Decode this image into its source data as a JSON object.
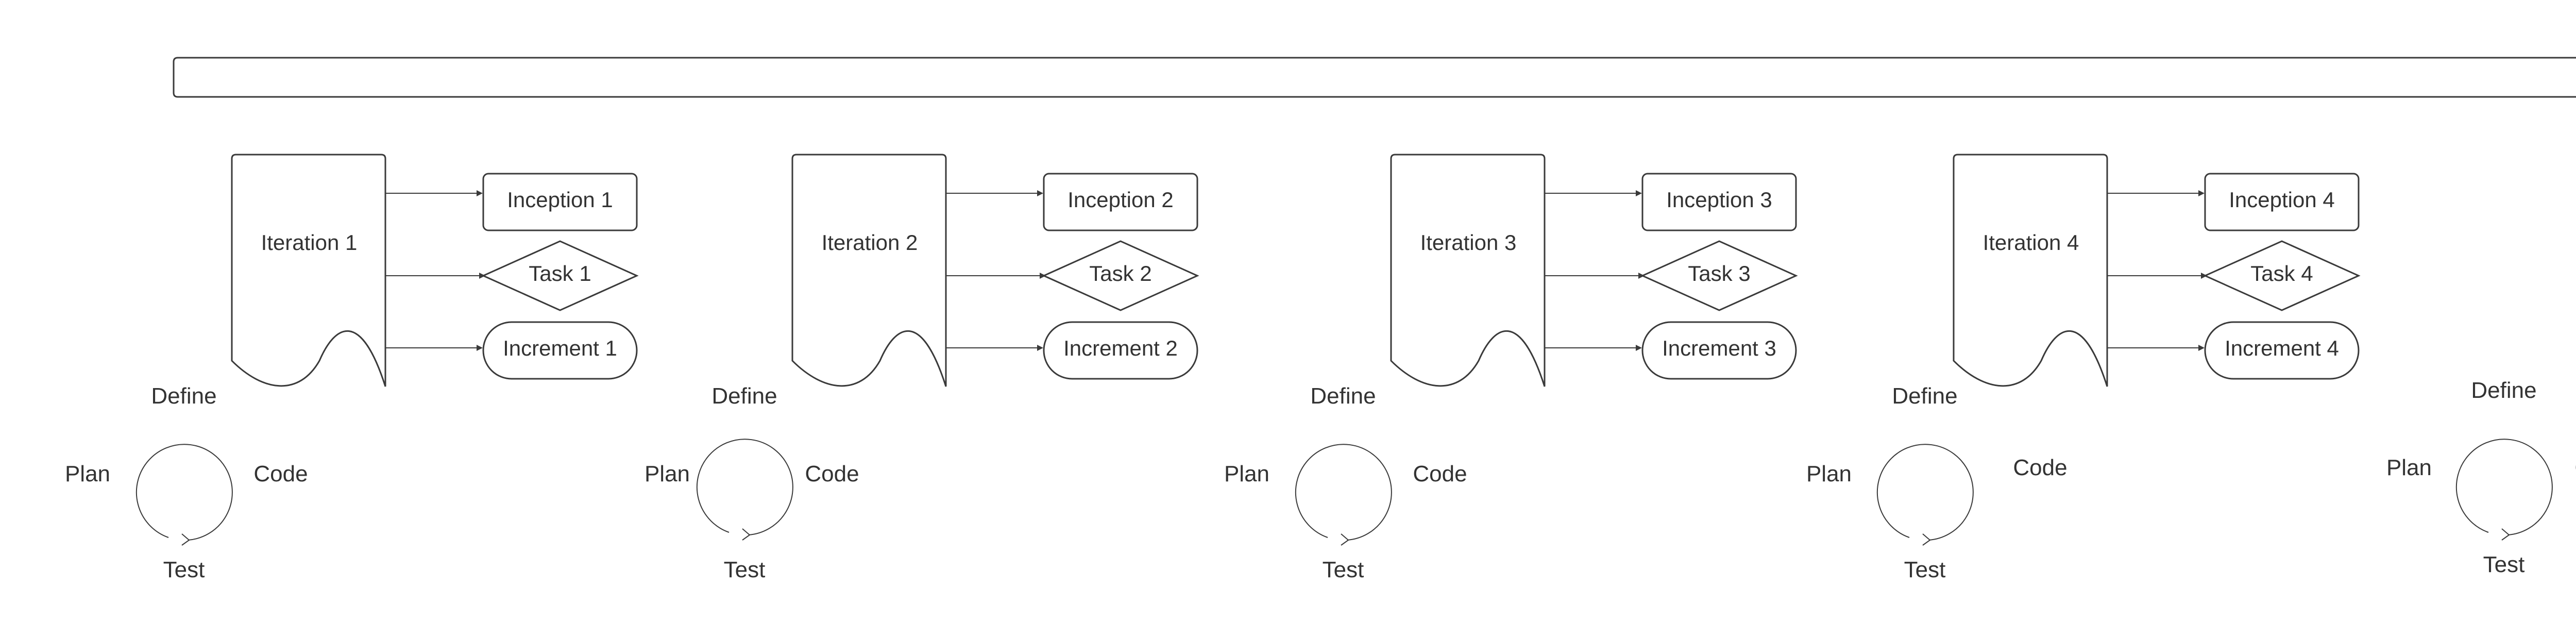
{
  "colors": {
    "stroke": "#3a3a3a",
    "text": "#333333",
    "background": "#ffffff"
  },
  "timeline": {
    "shape": "arrow"
  },
  "iterations": [
    {
      "title": "Iteration 1",
      "inception": "Inception 1",
      "task": "Task 1",
      "increment": "Increment 1"
    },
    {
      "title": "Iteration 2",
      "inception": "Inception 2",
      "task": "Task 2",
      "increment": "Increment 2"
    },
    {
      "title": "Iteration 3",
      "inception": "Inception 3",
      "task": "Task 3",
      "increment": "Increment 3"
    },
    {
      "title": "Iteration 4",
      "inception": "Inception 4",
      "task": "Task 4",
      "increment": "Increment 4"
    }
  ],
  "cycles": [
    {
      "define": "Define",
      "plan": "Plan",
      "code": "Code",
      "test": "Test"
    },
    {
      "define": "Define",
      "plan": "Plan",
      "code": "Code",
      "test": "Test"
    },
    {
      "define": "Define",
      "plan": "Plan",
      "code": "Code",
      "test": "Test"
    },
    {
      "define": "Define",
      "plan": "Plan",
      "code": "Code",
      "test": "Test"
    },
    {
      "define": "Define",
      "plan": "Plan",
      "code": "Code",
      "test": "Test"
    }
  ]
}
